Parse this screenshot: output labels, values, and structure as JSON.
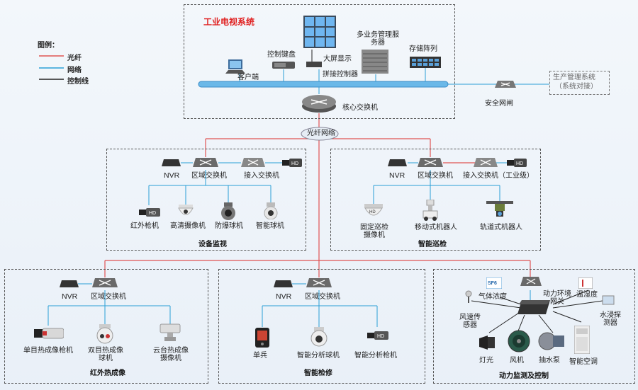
{
  "legend": {
    "title": "图例：",
    "items": [
      {
        "label": "光纤",
        "color": "#e05353"
      },
      {
        "label": "网络",
        "color": "#2a9fd6"
      },
      {
        "label": "控制线",
        "color": "#222222"
      }
    ]
  },
  "top": {
    "title": "工业电视系统",
    "title_color": "#e02020",
    "video_wall": "大屏显示",
    "keyboard": "控制键盘",
    "client": "客户端",
    "splicer": "拼接控制器",
    "server": "多业务管理服务器",
    "storage": "存储阵列",
    "core_switch": "核心交换机",
    "firewall": "安全网闸",
    "prod_system": "生产管理系统",
    "prod_system_sub": "（系统对接）",
    "cloud": "光纤网络"
  },
  "sections": {
    "monitor": {
      "title": "设备监视",
      "nvr": "NVR",
      "area_switch": "区域交换机",
      "access_switch": "接入交换机",
      "cams": [
        "红外枪机",
        "高清摄像机",
        "防爆球机",
        "智能球机"
      ]
    },
    "patrol": {
      "title": "智能巡检",
      "nvr": "NVR",
      "area_switch": "区域交换机",
      "access_switch": "接入交换机（工业级）",
      "cams": [
        "固定巡检摄像机",
        "移动式机器人",
        "轨道式机器人"
      ]
    },
    "thermal": {
      "title": "红外热成像",
      "nvr": "NVR",
      "area_switch": "区域交换机",
      "cams": [
        "单目热成像枪机",
        "双目热成像球机",
        "云台热成像摄像机"
      ]
    },
    "maintain": {
      "title": "智能检修",
      "nvr": "NVR",
      "area_switch": "区域交换机",
      "cams": [
        "单兵",
        "智能分析球机",
        "智能分析枪机"
      ]
    },
    "power": {
      "title": "动力监测及控制",
      "gateway": "动力环境网关",
      "gas": "气体浓度",
      "gas_badge": "SF6",
      "temp": "温湿度",
      "wind": "风速传感器",
      "water": "水浸探测器",
      "light": "灯光",
      "fan": "风机",
      "pump": "抽水泵",
      "ac": "智能空调"
    }
  },
  "colors": {
    "fiber": "#e05353",
    "network": "#2a9fd6",
    "control": "#222222",
    "bus": "#4aa8e0"
  }
}
